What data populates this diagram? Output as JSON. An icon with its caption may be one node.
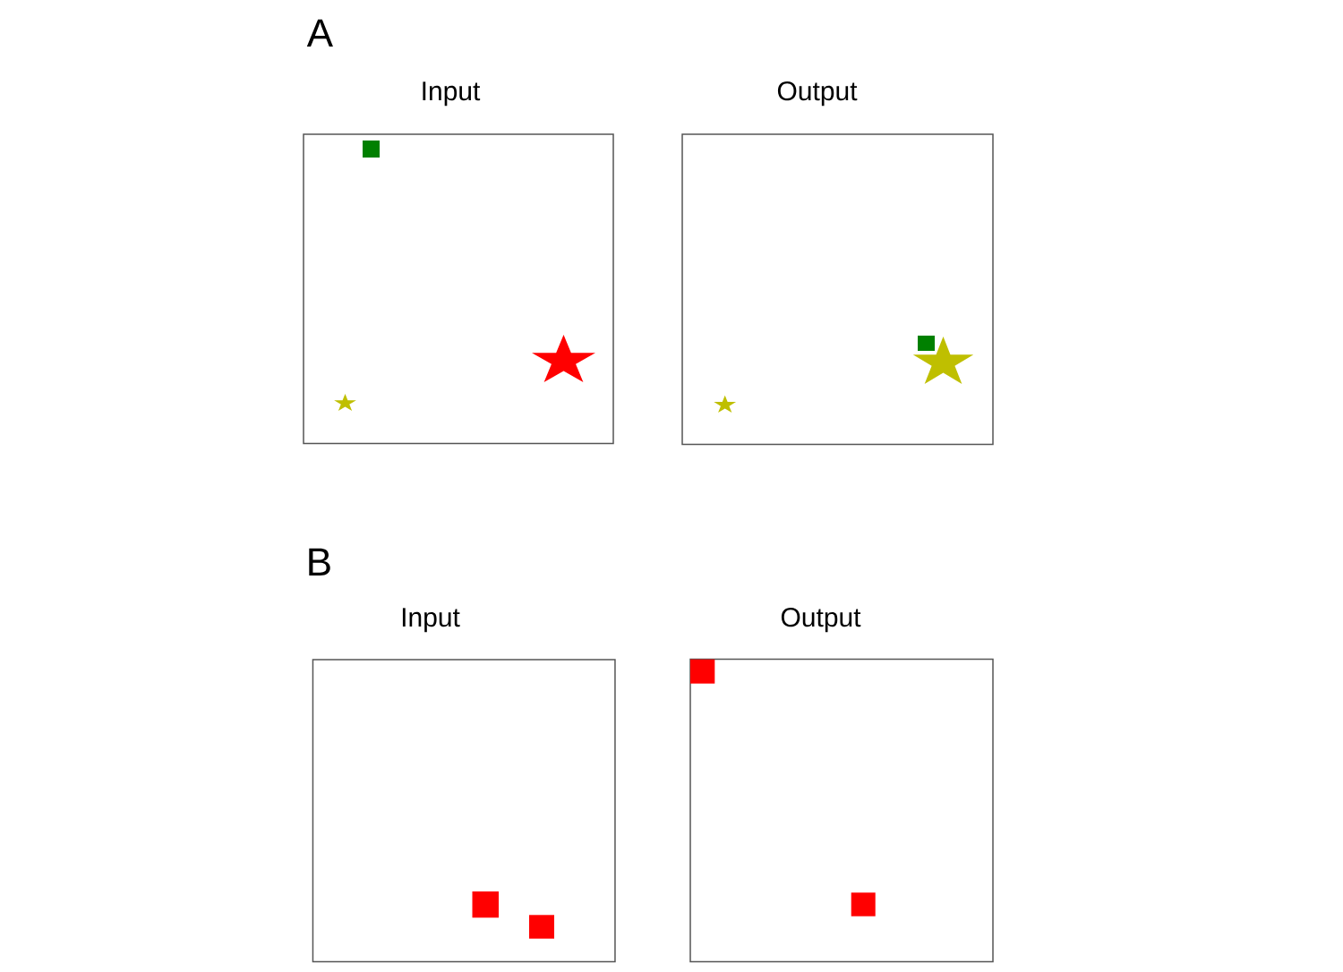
{
  "diagram": {
    "nodes": [
      {
        "text": [
          "Input"
        ]
      },
      {
        "text": [
          "Output"
        ]
      },
      {
        "text": [
          "Input"
        ]
      },
      {
        "text": [
          "Output"
        ]
      }
    ],
    "labels": [
      "A",
      "B"
    ]
  }
}
